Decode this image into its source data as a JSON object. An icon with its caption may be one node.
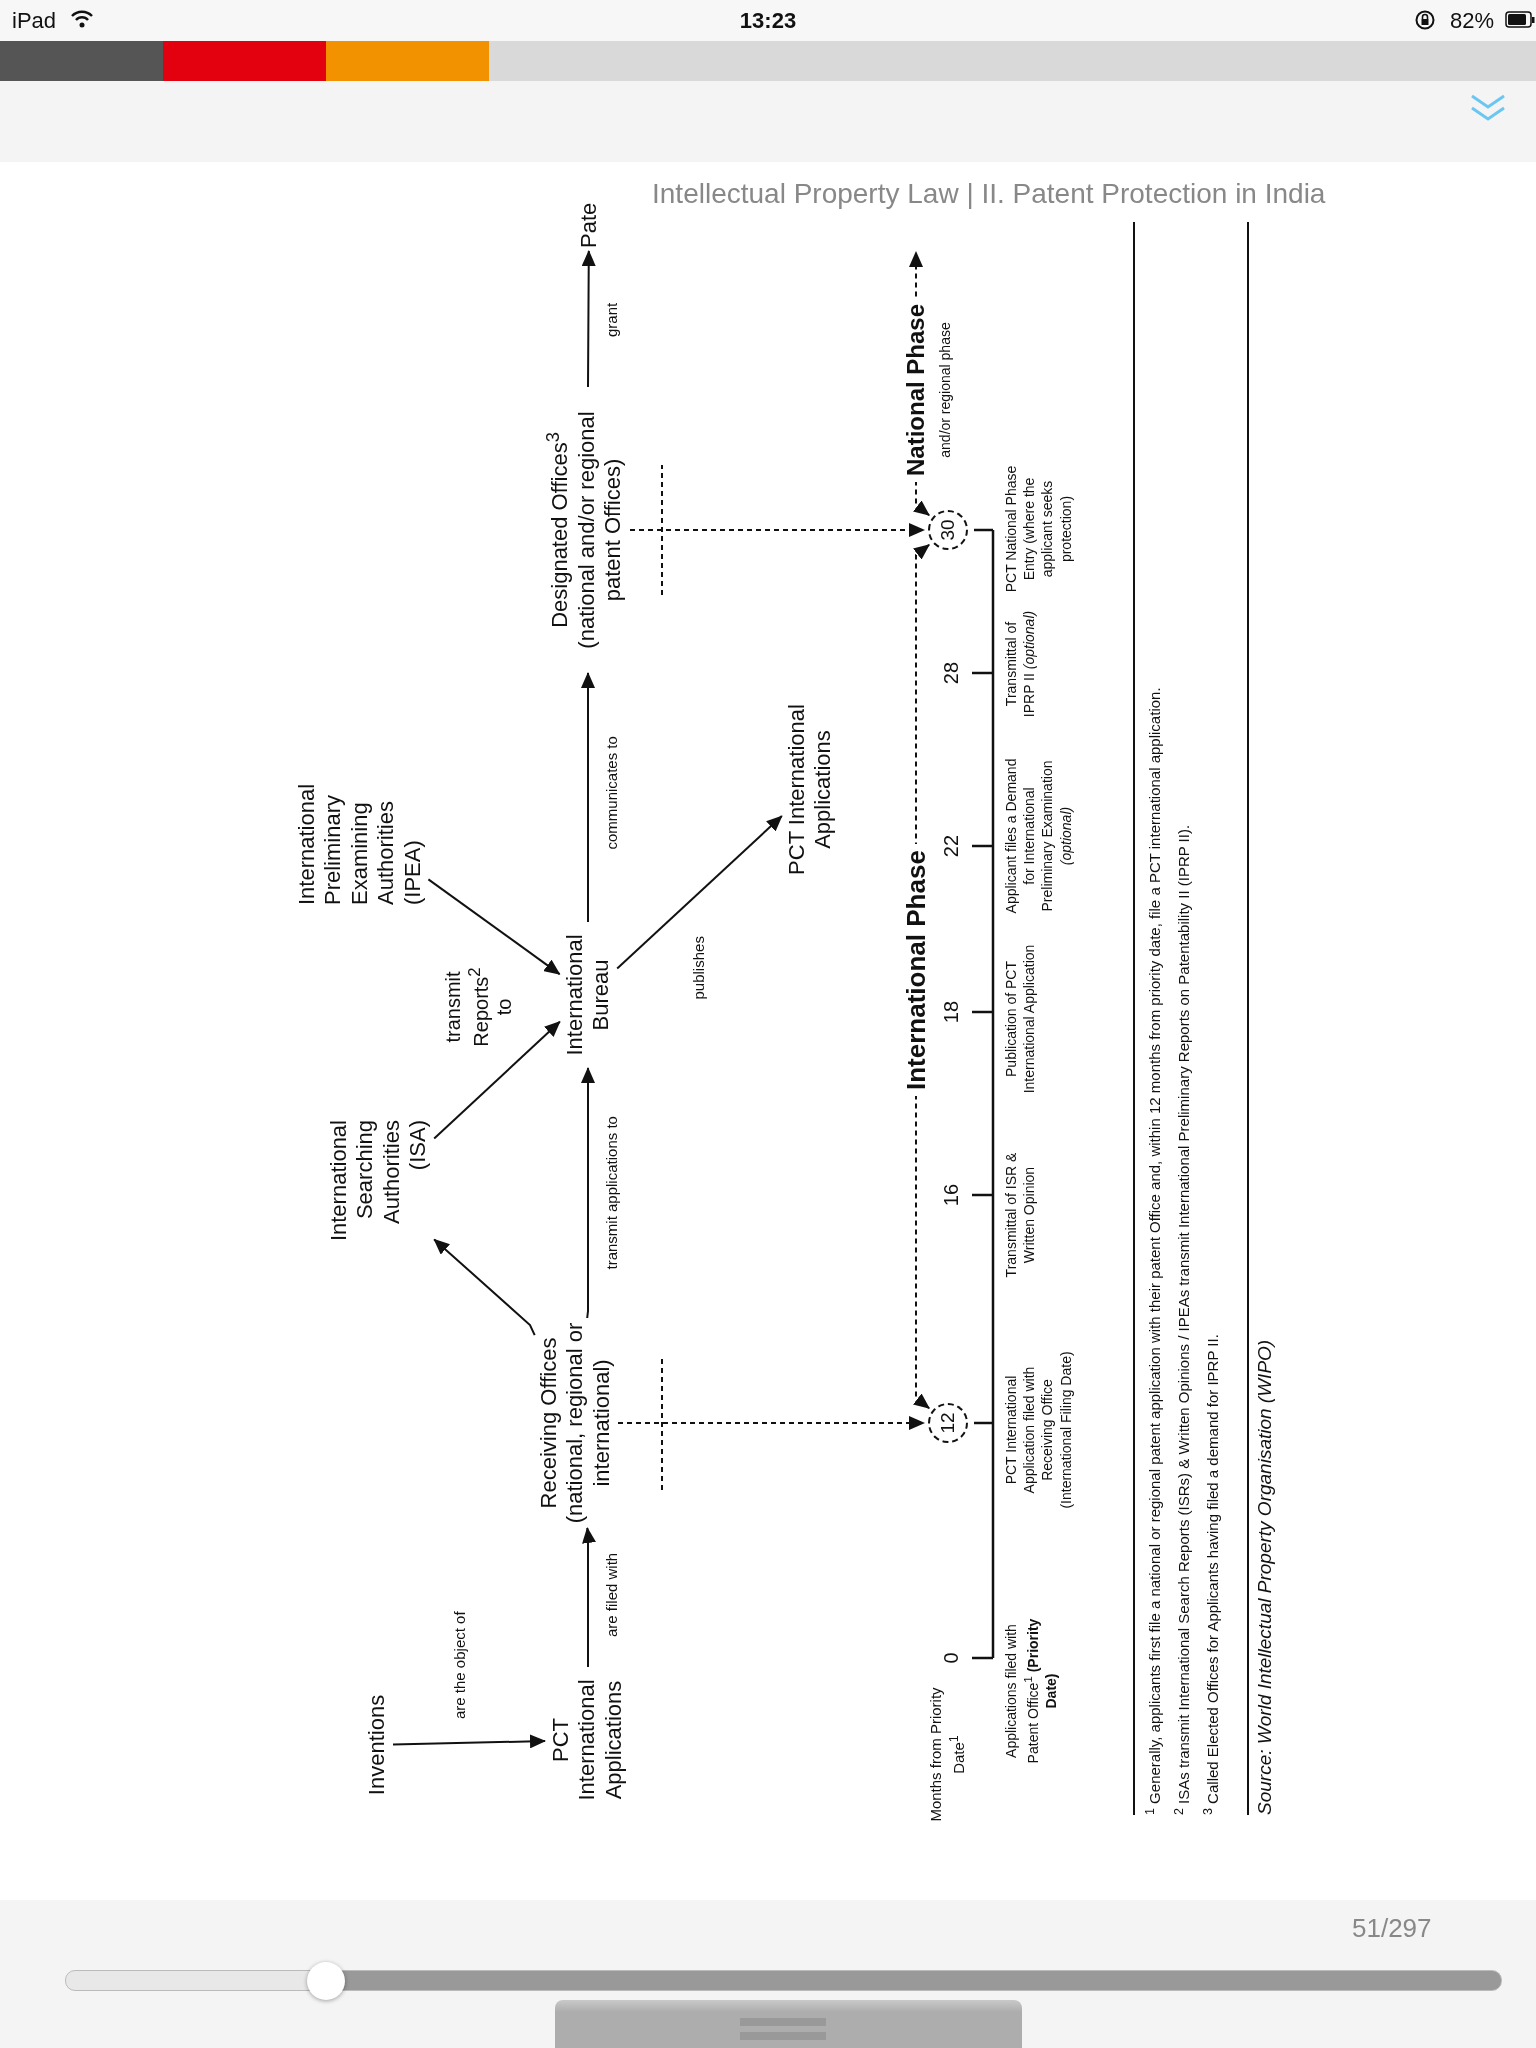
{
  "diagram": {
    "nodes": [
      {
        "text": [
          "Inventions"
        ]
      },
      {
        "text": [
          "PCT International Applications"
        ]
      },
      {
        "text": [
          "Receiving Offices (national, regional or international)"
        ]
      },
      {
        "text": [
          "International Searching Authorities (ISA)"
        ]
      },
      {
        "text": [
          "International Bureau"
        ]
      },
      {
        "text": [
          "International Preliminary Examining Authorities (IPEA)"
        ]
      },
      {
        "text": [
          "Designated Offices$^{3}$ (national and/or regional patent Offices)"
        ]
      },
      {
        "text": [
          "Pate"
        ]
      },
      {
        "text": [
          "PCT International Applications"
        ]
      },
      {
        "text": [
          "12"
        ]
      },
      {
        "text": [
          "30"
        ]
      }
    ],
    "edges": [
      {
        "from": 0,
        "to": 1,
        "arrow": "to",
        "label": "are the object of"
      },
      {
        "from": 1,
        "to": 2,
        "arrow": "to",
        "label": "are filed with"
      },
      {
        "from": 2,
        "to": 3,
        "arrow": "to"
      },
      {
        "from": 2,
        "to": 4,
        "arrow": "to",
        "label": "transmit applications to"
      },
      {
        "from": 3,
        "to": 4,
        "arrow": "to"
      },
      {
        "from": 5,
        "to": 4,
        "arrow": "to"
      },
      {
        "from": 4,
        "to": 6,
        "arrow": "to",
        "label": "communicates to"
      },
      {
        "from": 6,
        "to": 7,
        "arrow": "to",
        "label": "grant"
      },
      {
        "from": 4,
        "to": 8,
        "arrow": "to",
        "label": "publishes"
      },
      {
        "from": 2,
        "to": 9,
        "arrow": "to",
        "style": "dashed"
      },
      {
        "from": 6,
        "to": 10,
        "arrow": "to",
        "style": "dashed"
      },
      {
        "from": 9,
        "to": 10,
        "arrow": "both",
        "style": "dashed",
        "label": "International Phase"
      },
      {
        "from": 10,
        "to": null,
        "arrow": "both",
        "style": "dashed",
        "label": "National Phase"
      }
    ],
    "labels": [
      "iPad",
      "13:23",
      "82%",
      "Intellectual Property Law | II. Patent Protection in India",
      "transmit Reports$^{2}$ to",
      "Months from Priority Date$^{1}$",
      "0",
      "16",
      "18",
      "22",
      "28",
      "Applications filed with Patent Office$^{1}$ **(Priority Date)**",
      "PCT International Application filed with Receiving Office (International Filing Date)",
      "Transmittal of ISR & Written Opinion",
      "Publication of PCT International Application",
      "Applicant files a Demand for International Preliminary Examination *(optional)*",
      "Transmittal of IPRP II *(optional)*",
      "PCT National Phase Entry (where the applicant seeks protection)",
      "and/or regional phase",
      "$^{1}$ Generally, applicants first file a national or regional patent application with their patent Office and, within 12 months from priority date, file a PCT international application.",
      "$^{2}$ ISAs transmit International Search Reports (ISRs) & Written Opinions / IPEAs transmit International Preliminary Reports on Patentability II (IPRP II).",
      "$^{3}$ Called Elected Offices for Applicants having filed a demand for IPRP II.",
      "Source: World Intellectual Property Organisation (WIPO)",
      "51/297"
    ]
  }
}
